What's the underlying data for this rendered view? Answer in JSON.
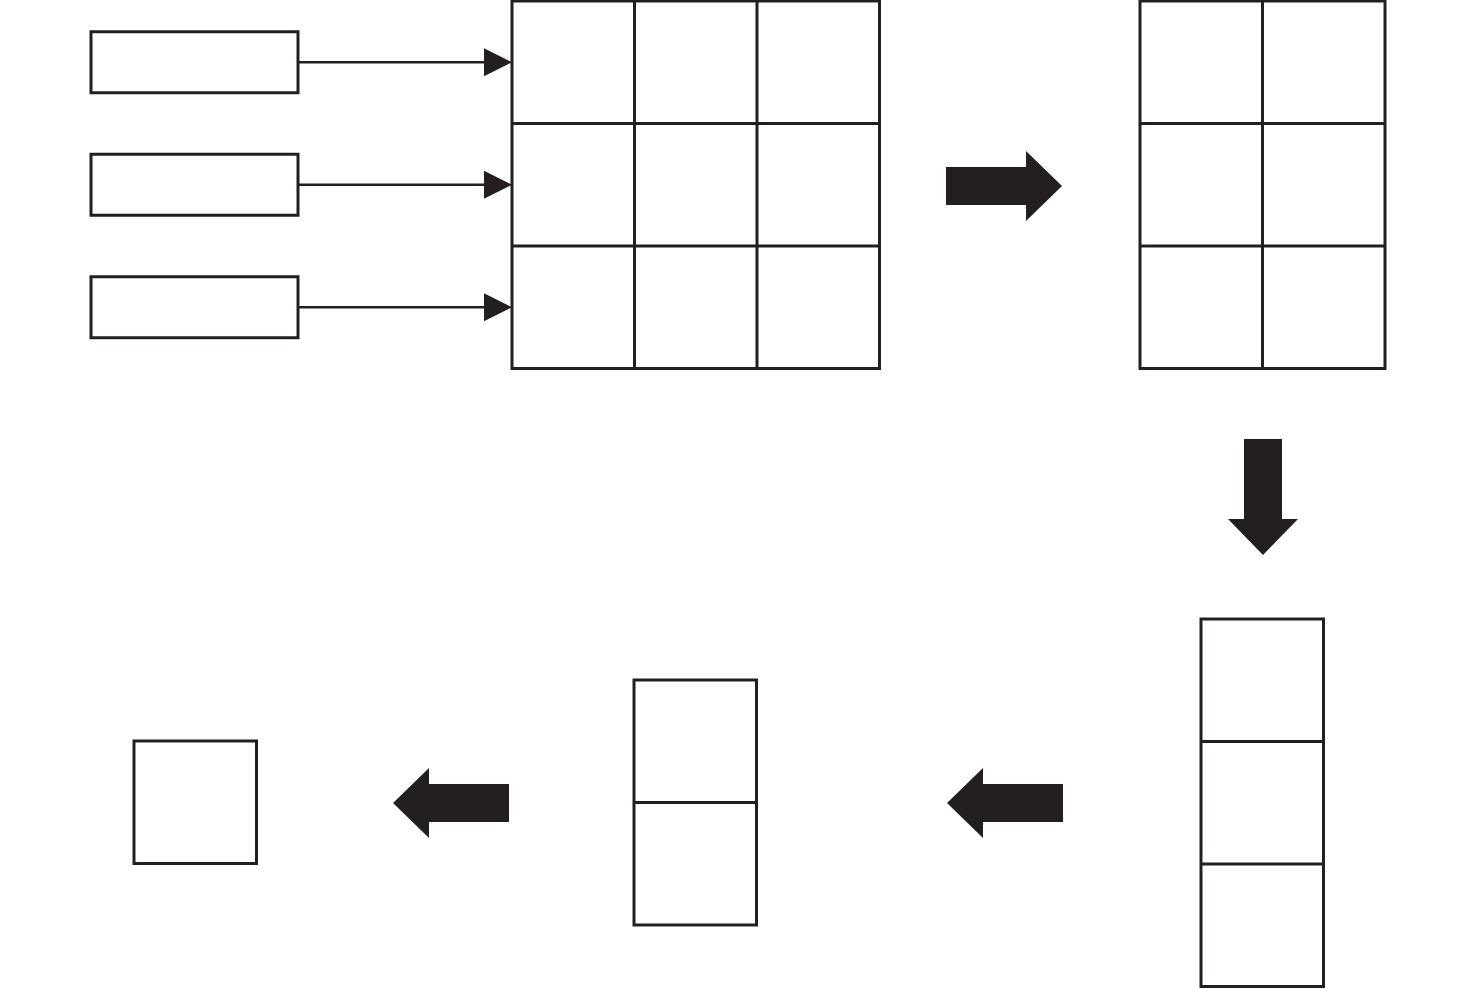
{
  "diagram": {
    "type": "flow",
    "colors": {
      "stroke": "#231f20",
      "fill": "#ffffff",
      "arrow": "#231f20",
      "background": "#ffffff"
    },
    "input_boxes": [
      {
        "id": "input-1",
        "label": ""
      },
      {
        "id": "input-2",
        "label": ""
      },
      {
        "id": "input-3",
        "label": ""
      }
    ],
    "stages": [
      {
        "id": "stage-1",
        "rows": 3,
        "cols": 3
      },
      {
        "id": "stage-2",
        "rows": 3,
        "cols": 2
      },
      {
        "id": "stage-3",
        "rows": 3,
        "cols": 1
      },
      {
        "id": "stage-4",
        "rows": 2,
        "cols": 1
      },
      {
        "id": "stage-5",
        "rows": 1,
        "cols": 1
      }
    ],
    "flow_arrows": [
      {
        "from": "stage-1",
        "to": "stage-2",
        "direction": "right"
      },
      {
        "from": "stage-2",
        "to": "stage-3",
        "direction": "down"
      },
      {
        "from": "stage-3",
        "to": "stage-4",
        "direction": "left"
      },
      {
        "from": "stage-4",
        "to": "stage-5",
        "direction": "left"
      }
    ]
  }
}
